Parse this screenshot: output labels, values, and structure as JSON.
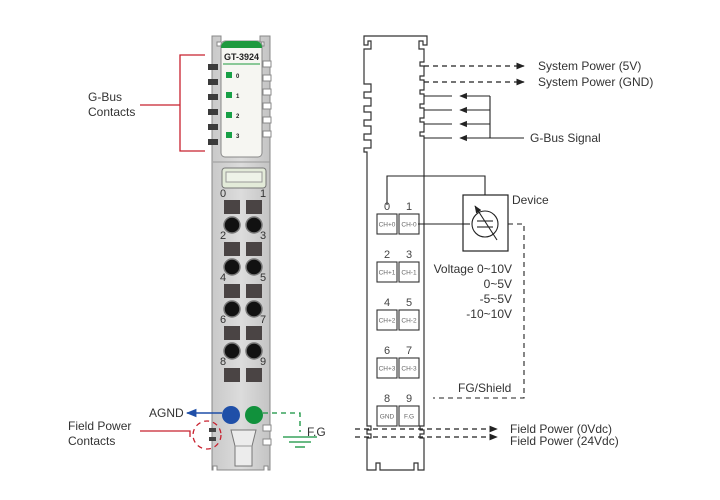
{
  "module": {
    "model": "GT-3924",
    "led_labels": [
      "0",
      "1",
      "2",
      "3"
    ],
    "terminal_numbers": [
      "0",
      "1",
      "2",
      "3",
      "4",
      "5",
      "6",
      "7",
      "8",
      "9"
    ],
    "agnd_color": "#1f4fa8",
    "fg_color": "#11913c",
    "led_color": "#17a046"
  },
  "left_labels": {
    "gbus_line1": "G-Bus",
    "gbus_line2": "Contacts",
    "field_line1": "Field Power",
    "field_line2": "Contacts",
    "agnd": "AGND",
    "fg": "F.G"
  },
  "schematic": {
    "system_power_5v": "System Power (5V)",
    "system_power_gnd": "System Power (GND)",
    "gbus_signal": "G-Bus Signal",
    "device": "Device",
    "terminals": [
      {
        "num": "0",
        "label": "CH+0"
      },
      {
        "num": "1",
        "label": "CH-0"
      },
      {
        "num": "2",
        "label": "CH+1"
      },
      {
        "num": "3",
        "label": "CH-1"
      },
      {
        "num": "4",
        "label": "CH+2"
      },
      {
        "num": "5",
        "label": "CH-2"
      },
      {
        "num": "6",
        "label": "CH+3"
      },
      {
        "num": "7",
        "label": "CH-3"
      },
      {
        "num": "8",
        "label": "GND"
      },
      {
        "num": "9",
        "label": "F.G"
      }
    ],
    "voltage_ranges": [
      "Voltage 0~10V",
      "0~5V",
      "-5~5V",
      "-10~10V"
    ],
    "fg_shield": "FG/Shield",
    "field_power_0v": "Field Power (0Vdc)",
    "field_power_24v": "Field Power (24Vdc)"
  }
}
